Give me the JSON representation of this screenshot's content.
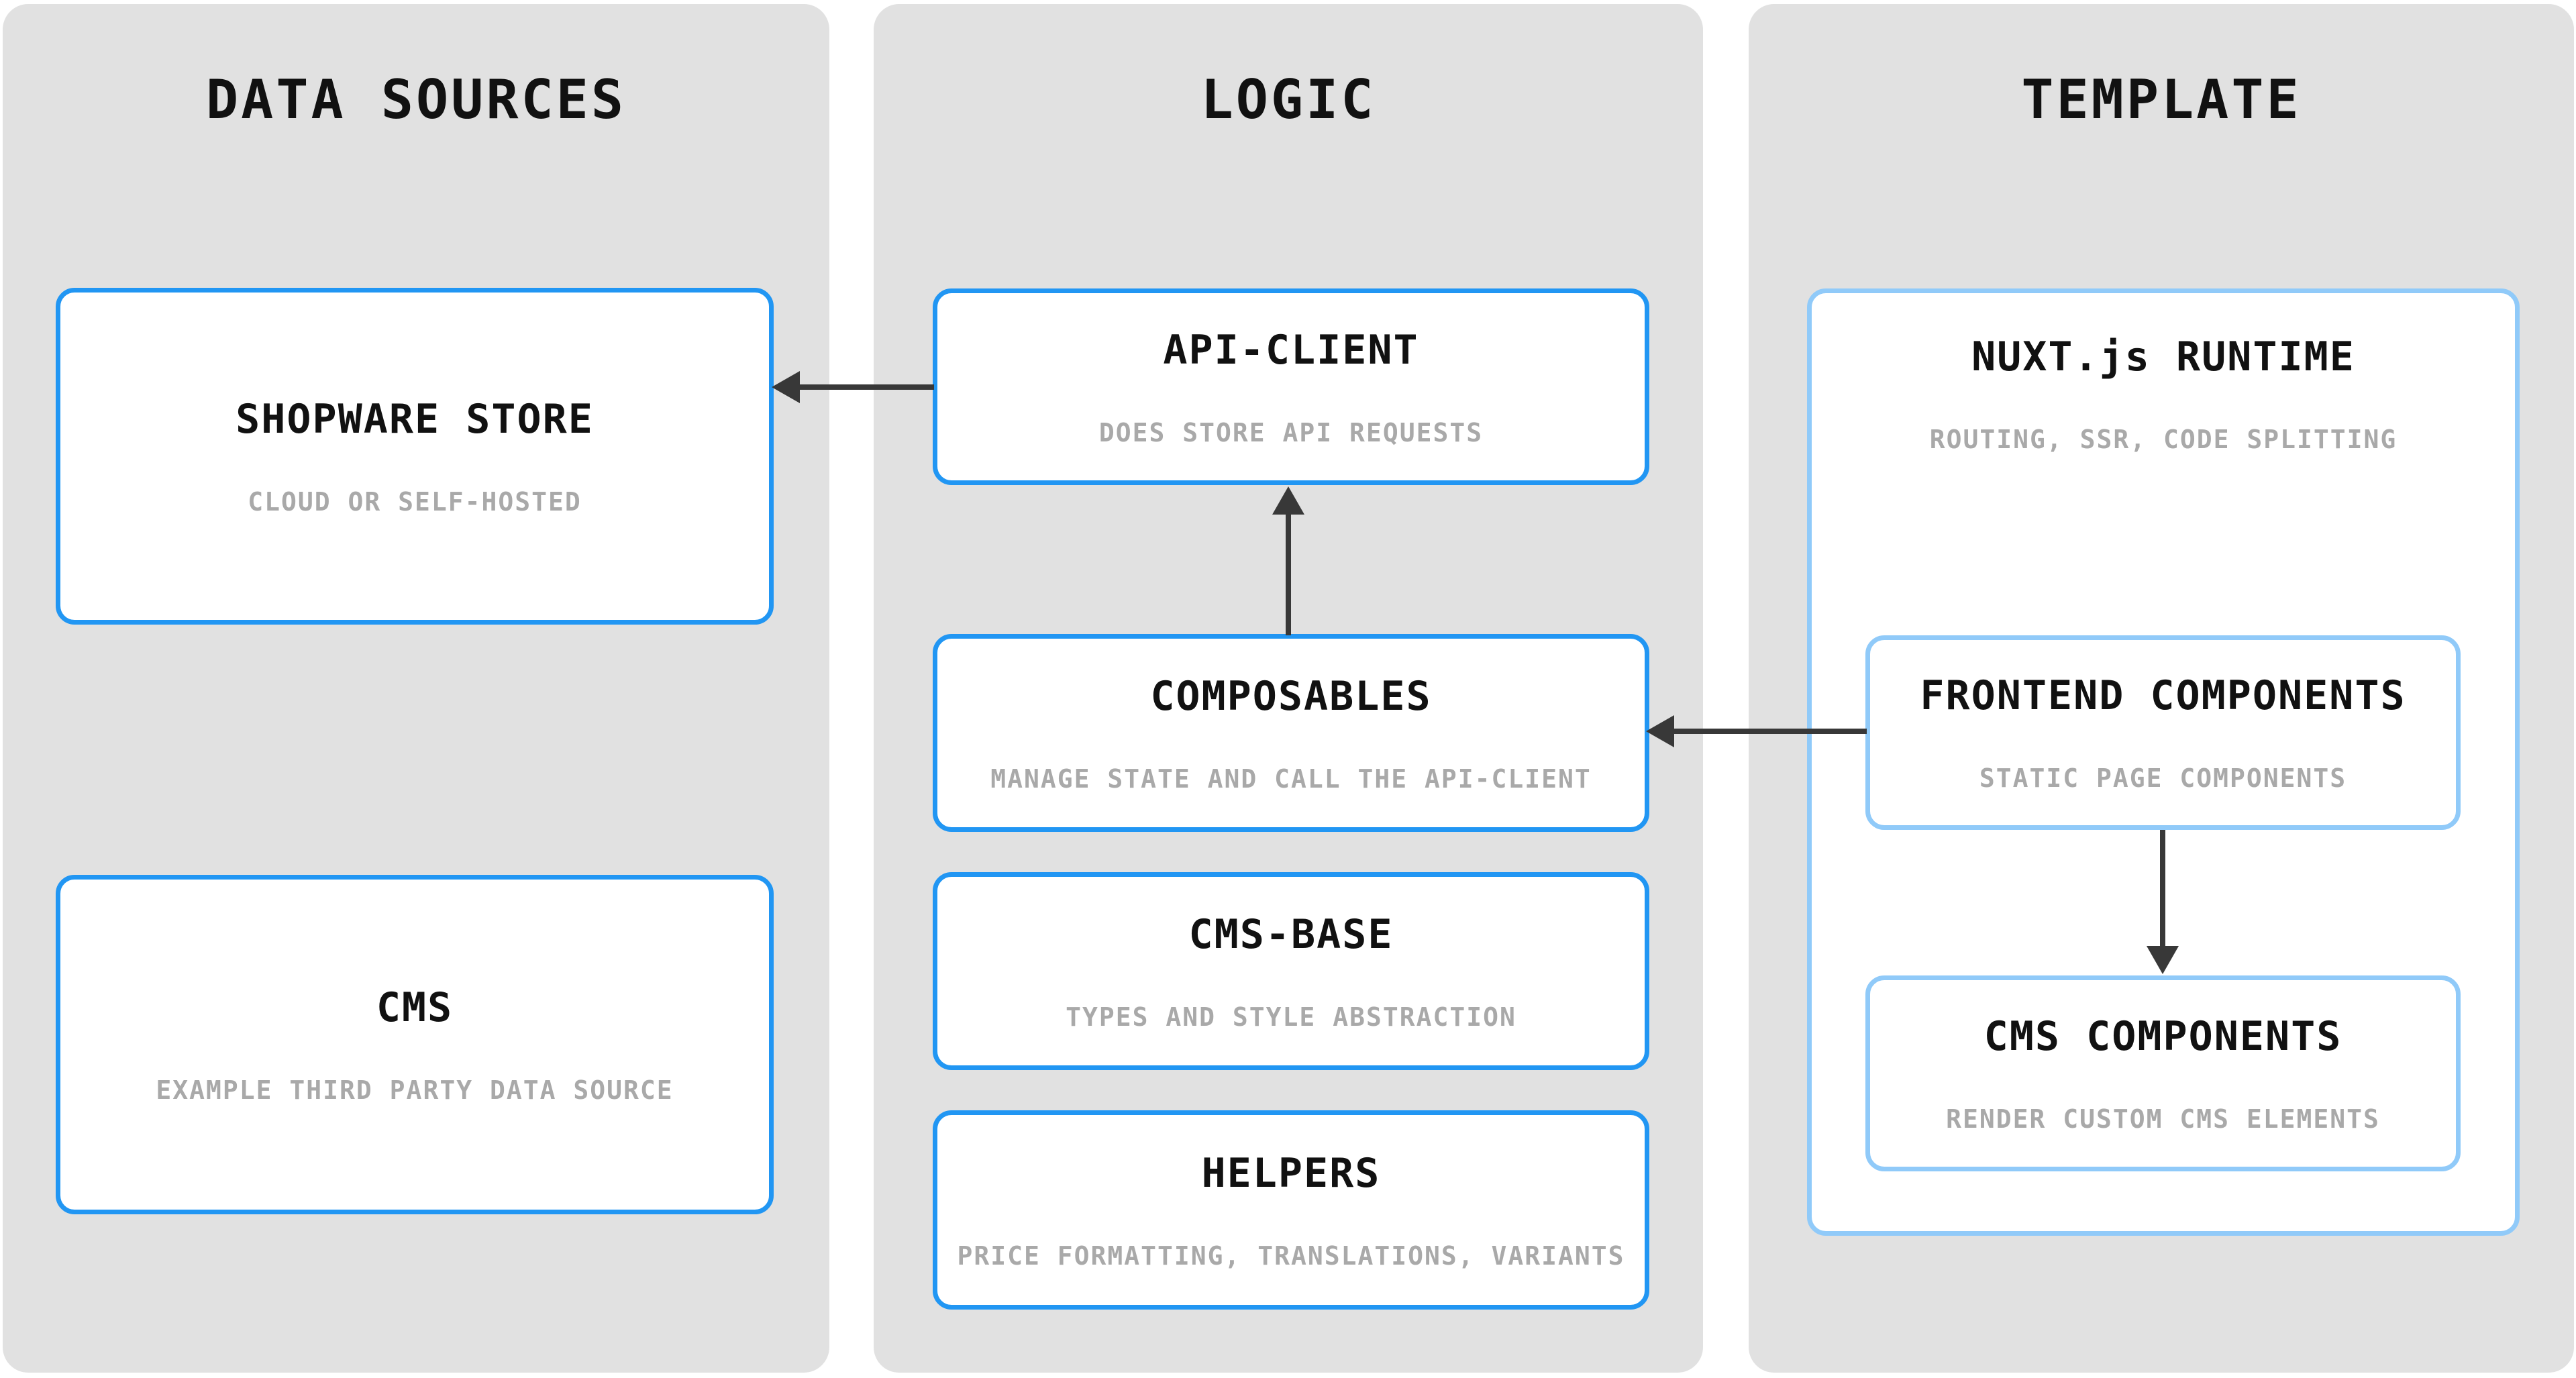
{
  "colors": {
    "background": "#ffffff",
    "column_bg": "#e1e1e1",
    "box_bg": "#ffffff",
    "box_border_blue": "#2196f3",
    "box_border_light_blue": "#90caf9",
    "title_color": "#111111",
    "subtitle_color": "#a9a9a9",
    "arrow_color": "#383838"
  },
  "columns": [
    {
      "title": "DATA SOURCES",
      "boxes": [
        {
          "title": "SHOPWARE STORE",
          "subtitle": "CLOUD OR SELF-HOSTED"
        },
        {
          "title": "CMS",
          "subtitle": "EXAMPLE THIRD PARTY DATA SOURCE"
        }
      ]
    },
    {
      "title": "LOGIC",
      "boxes": [
        {
          "title": "API-CLIENT",
          "subtitle": "DOES STORE API REQUESTS"
        },
        {
          "title": "COMPOSABLES",
          "subtitle": "MANAGE STATE AND CALL THE API-CLIENT"
        },
        {
          "title": "CMS-BASE",
          "subtitle": "TYPES AND STYLE ABSTRACTION"
        },
        {
          "title": "HELPERS",
          "subtitle": "PRICE FORMATTING, TRANSLATIONS, VARIANTS"
        }
      ]
    },
    {
      "title": "TEMPLATE",
      "boxes": [
        {
          "title": "NUXT.js RUNTIME",
          "subtitle": "ROUTING, SSR, CODE SPLITTING",
          "children": [
            {
              "title": "FRONTEND COMPONENTS",
              "subtitle": "STATIC PAGE COMPONENTS"
            },
            {
              "title": "CMS COMPONENTS",
              "subtitle": "RENDER CUSTOM CMS ELEMENTS"
            }
          ]
        }
      ]
    }
  ],
  "arrows": [
    {
      "from": "api-client",
      "to": "shopware-store",
      "direction": "left"
    },
    {
      "from": "composables",
      "to": "api-client",
      "direction": "up"
    },
    {
      "from": "frontend-components",
      "to": "composables",
      "direction": "left"
    },
    {
      "from": "frontend-components",
      "to": "cms-components",
      "direction": "down"
    }
  ]
}
